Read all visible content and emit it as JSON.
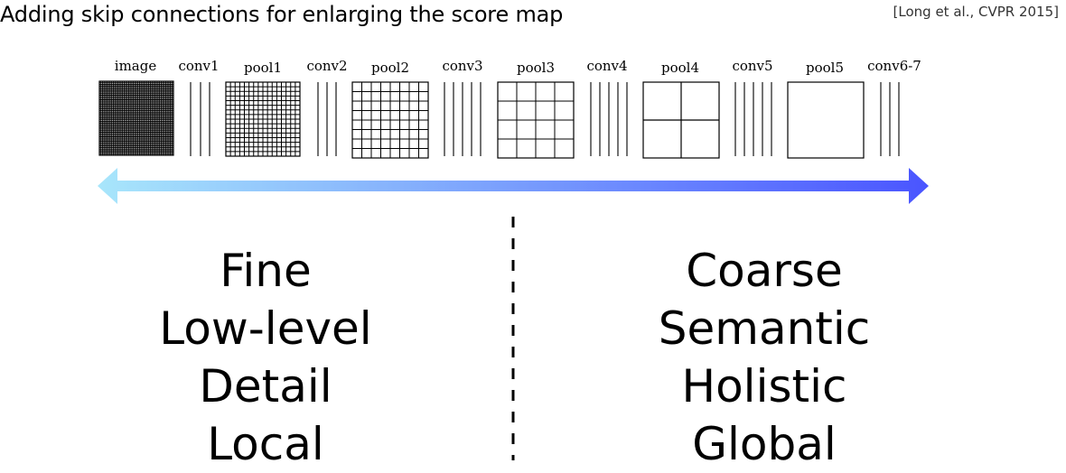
{
  "header": {
    "title": "Adding skip connections for enlarging the score map",
    "citation": "[Long et al., CVPR 2015]"
  },
  "layers": [
    "image",
    "conv1",
    "pool1",
    "conv2",
    "pool2",
    "conv3",
    "pool3",
    "conv4",
    "pool4",
    "conv5",
    "pool5",
    "conv6-7"
  ],
  "arrow": {
    "color_start": "#a8e6fb",
    "color_end": "#4a55ff"
  },
  "left_column": [
    "Fine",
    "Low-level",
    "Detail",
    "Local"
  ],
  "right_column": [
    "Coarse",
    "Semantic",
    "Holistic",
    "Global"
  ]
}
